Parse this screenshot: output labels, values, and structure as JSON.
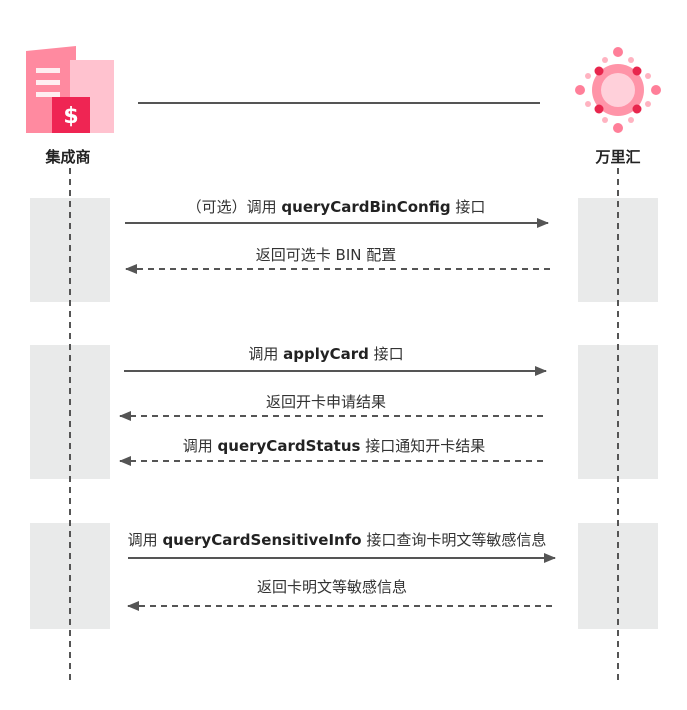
{
  "colors": {
    "integrator_icon": "#ff4d6d",
    "wanlihui_icon": "#e8264d",
    "lifeline": "#555555",
    "activation_box": "#e9eaea",
    "arrow": "#555555"
  },
  "actors": {
    "left": {
      "name": "集成商",
      "icon": "building-dollar-icon"
    },
    "right": {
      "name": "万里汇",
      "icon": "sun-logo-icon"
    }
  },
  "messages": [
    {
      "prefix": "（可选）调用 ",
      "api": "queryCardBinConfig",
      "suffix": " 接口",
      "direction": "request",
      "style": "solid"
    },
    {
      "prefix": "返回可选卡 BIN 配置",
      "api": "",
      "suffix": "",
      "direction": "response",
      "style": "dashed"
    },
    {
      "prefix": "调用 ",
      "api": "applyCard",
      "suffix": " 接口",
      "direction": "request",
      "style": "solid"
    },
    {
      "prefix": "返回开卡申请结果",
      "api": "",
      "suffix": "",
      "direction": "response",
      "style": "dashed"
    },
    {
      "prefix": "调用 ",
      "api": "queryCardStatus",
      "suffix": " 接口通知开卡结果",
      "direction": "response",
      "style": "dashed"
    },
    {
      "prefix": "调用 ",
      "api": "queryCardSensitiveInfo",
      "suffix": " 接口查询卡明文等敏感信息",
      "direction": "request",
      "style": "solid"
    },
    {
      "prefix": "返回卡明文等敏感信息",
      "api": "",
      "suffix": "",
      "direction": "response",
      "style": "dashed"
    }
  ]
}
